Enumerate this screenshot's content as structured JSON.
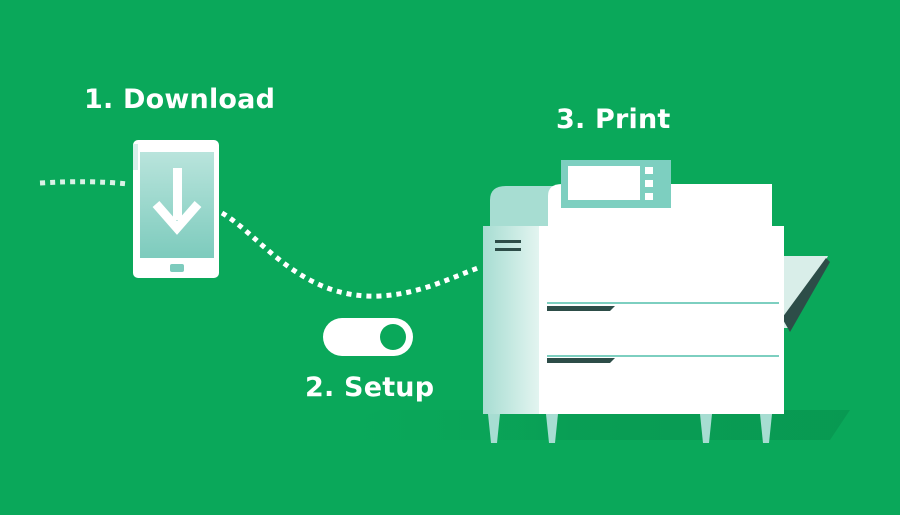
{
  "steps": [
    {
      "label": "1. Download",
      "icon": "phone-download-icon"
    },
    {
      "label": "2. Setup",
      "icon": "toggle-switch-icon"
    },
    {
      "label": "3. Print",
      "icon": "printer-icon"
    }
  ],
  "colors": {
    "background": "#0aa85a",
    "dots": "#ffffff",
    "accent_mint": "#7dcfc0",
    "dark_teal": "#1f4a44"
  }
}
